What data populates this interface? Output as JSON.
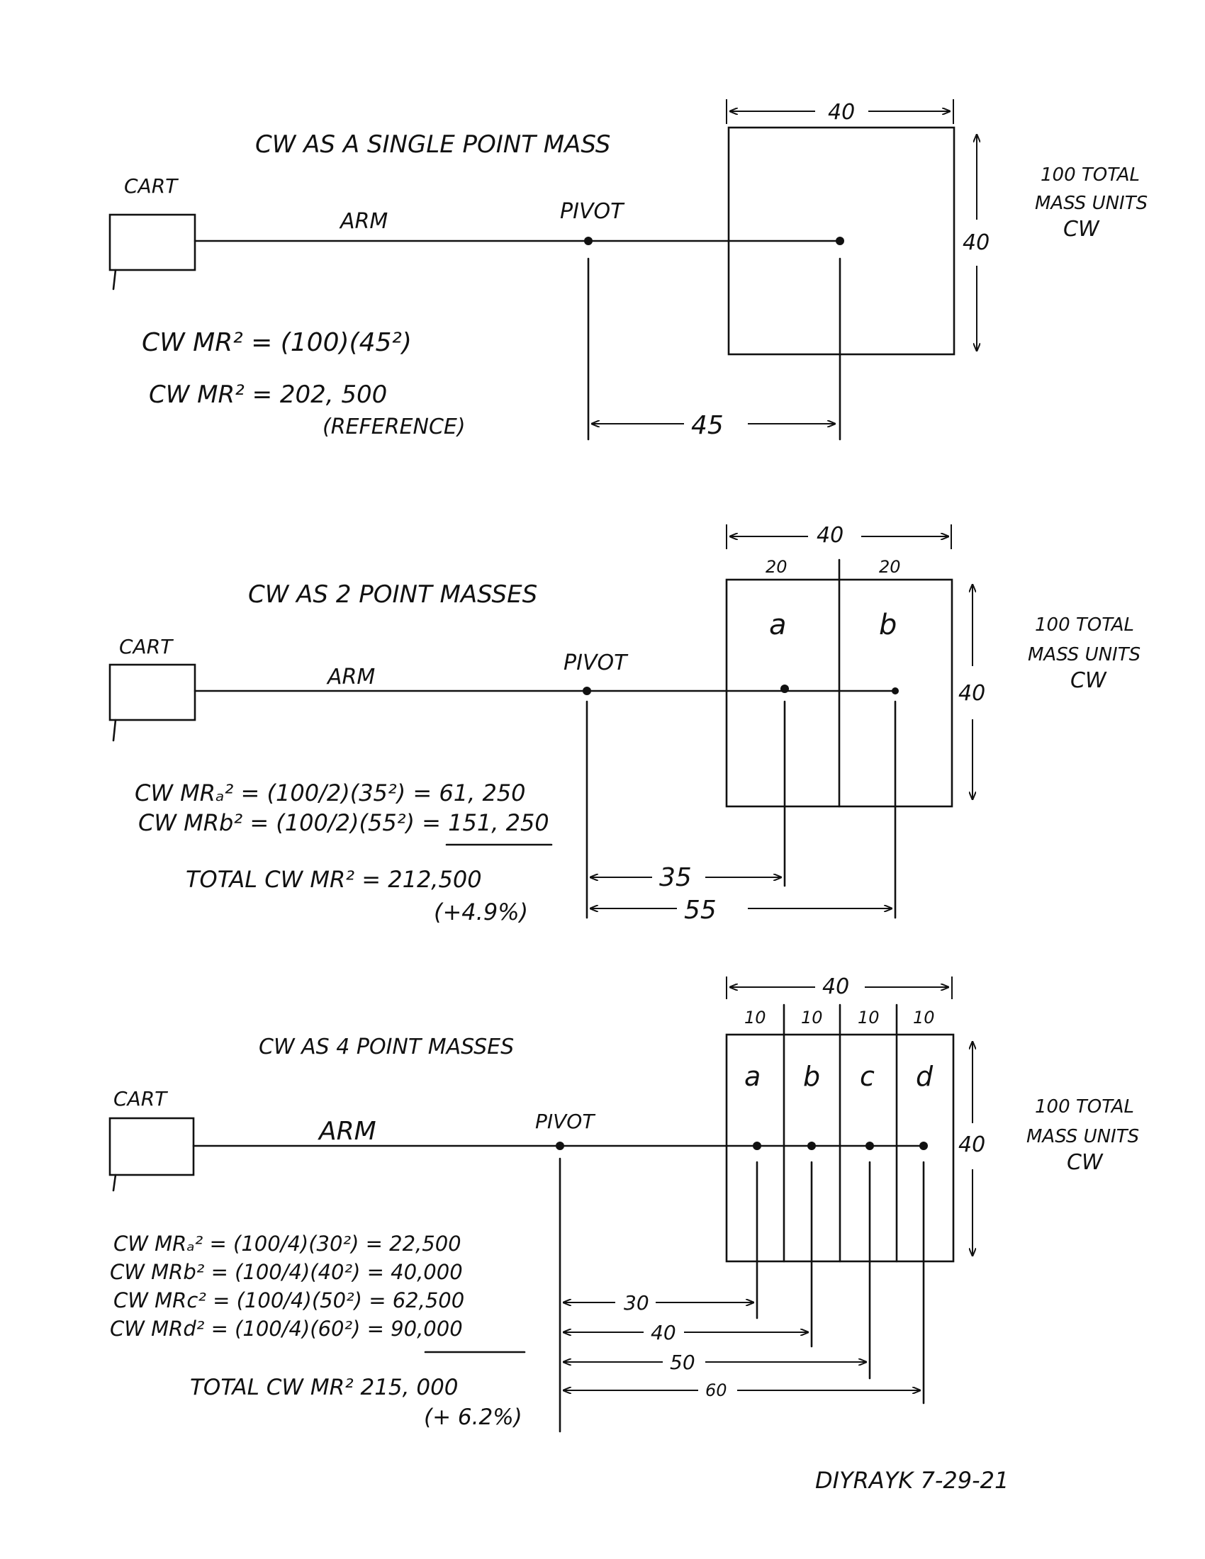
{
  "colors": {
    "ink": "#111111",
    "paper": "#ffffff"
  },
  "panel1": {
    "title": "CW AS A SINGLE POINT MASS",
    "cart": "CART",
    "arm": "ARM",
    "pivot": "PIVOT",
    "width_label": "40",
    "height_label": "40",
    "distance_label": "45",
    "mass_note": [
      "100 TOTAL",
      "MASS UNITS",
      "CW"
    ],
    "eq1": "CW MR² = (100)(45²)",
    "eq2": "CW MR² = 202, 500",
    "eq3": "(REFERENCE)"
  },
  "panel2": {
    "title": "CW AS 2 POINT MASSES",
    "cart": "CART",
    "arm": "ARM",
    "pivot": "PIVOT",
    "width_label": "40",
    "sub_widths": [
      "20",
      "20"
    ],
    "height_label": "40",
    "cells": [
      "a",
      "b"
    ],
    "distances": [
      "35",
      "55"
    ],
    "mass_note": [
      "100 TOTAL",
      "MASS UNITS",
      "CW"
    ],
    "eq1": "CW MRₐ² = (100/2)(35²) = 61, 250",
    "eq2": "CW MRb² = (100/2)(55²) = 151, 250",
    "total": "TOTAL CW MR² = 212,500",
    "pct": "(+4.9%)"
  },
  "panel3": {
    "title": "CW AS 4 POINT MASSES",
    "cart": "CART",
    "arm": "ARM",
    "pivot": "PIVOT",
    "width_label": "40",
    "sub_widths": [
      "10",
      "10",
      "10",
      "10"
    ],
    "height_label": "40",
    "cells": [
      "a",
      "b",
      "c",
      "d"
    ],
    "distances": [
      "30",
      "40",
      "50",
      "60"
    ],
    "mass_note": [
      "100 TOTAL",
      "MASS UNITS",
      "CW"
    ],
    "eq1": "CW MRₐ² = (100/4)(30²) = 22,500",
    "eq2": "CW MRb² = (100/4)(40²) = 40,000",
    "eq3": "CW MRc² = (100/4)(50²) = 62,500",
    "eq4": "CW MRd² = (100/4)(60²) = 90,000",
    "total": "TOTAL CW MR² 215, 000",
    "pct": "(+ 6.2%)"
  },
  "signature": "DIYRAYK 7-29-21"
}
